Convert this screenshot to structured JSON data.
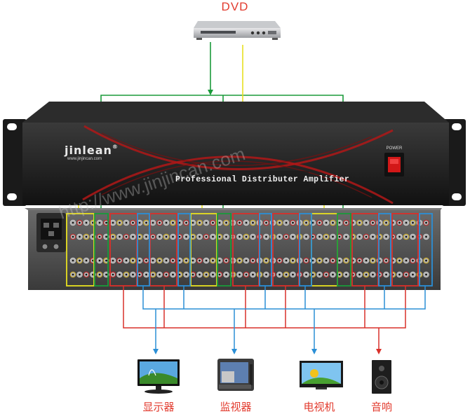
{
  "source": {
    "label": "DVD"
  },
  "device": {
    "brand": "jinlean",
    "brand_url": "www.jinjincan.com",
    "panel_title": "Professional Distributer Amplifier",
    "power_label": "POWER",
    "watermark": "http://www.jinjincan.com"
  },
  "outputs": [
    {
      "label": "显示器",
      "icon": "monitor-icon"
    },
    {
      "label": "监视器",
      "icon": "crt-monitor-icon"
    },
    {
      "label": "电视机",
      "icon": "tv-icon"
    },
    {
      "label": "音响",
      "icon": "speaker-icon"
    }
  ],
  "colors": {
    "video_line": "#1a9a3a",
    "audio_line": "#e8e020",
    "red_group": "#d9302a",
    "blue_group": "#2b8fd6",
    "label_red": "#e23b2e"
  }
}
